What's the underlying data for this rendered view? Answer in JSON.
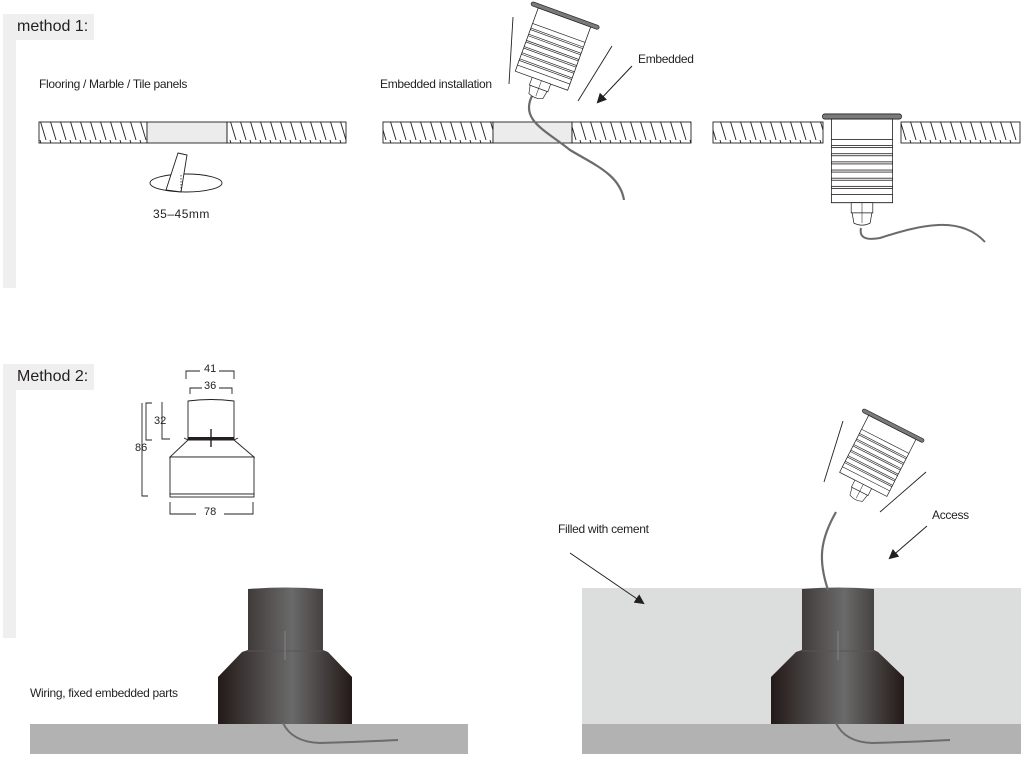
{
  "method1": {
    "heading": "method 1:",
    "step1_label": "Flooring / Marble / Tile panels",
    "hole_size": "35‒45mm",
    "step2_label": "Embedded installation",
    "step2_arrow_label": "Embedded"
  },
  "method2": {
    "heading": "Method 2:",
    "dimensions": {
      "top_outer": "41",
      "top_inner": "36",
      "upper_height": "32",
      "total_height": "86",
      "base_width": "78"
    },
    "left_label": "Wiring, fixed embedded parts",
    "fill_label": "Filled with cement",
    "access_label": "Access"
  },
  "colors": {
    "panel_bg": "#efefef",
    "cement": "#dcdddd",
    "ground": "#b2b2b2",
    "sleeve_dark": "#231f20",
    "cable": "#666666"
  }
}
